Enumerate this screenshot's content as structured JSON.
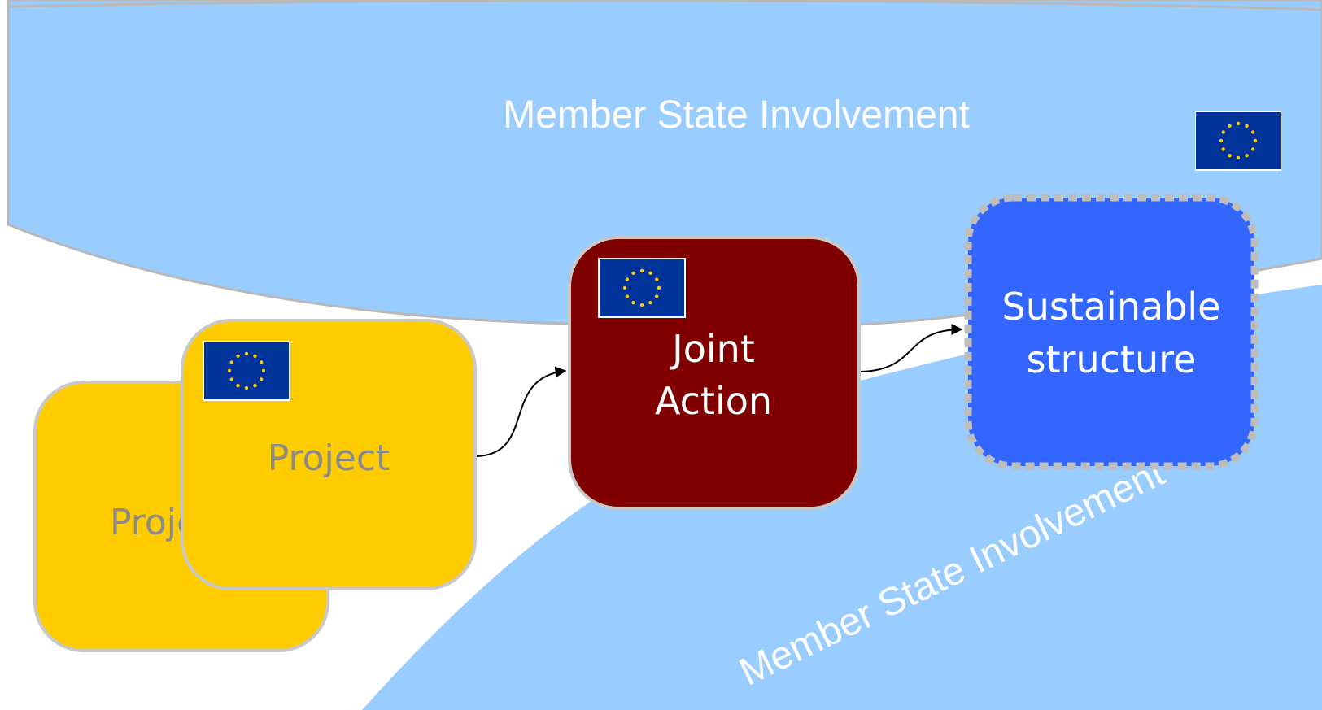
{
  "diagram": {
    "top_band_label": "Member State Involvement",
    "bottom_band_label": "Member State Involvement",
    "nodes": {
      "project_back": {
        "label": "Project"
      },
      "project_front": {
        "label": "Project"
      },
      "joint_action": {
        "line1": "Joint",
        "line2": "Action"
      },
      "sustainable": {
        "line1": "Sustainable",
        "line2": "structure"
      }
    },
    "icons": {
      "flag": "eu-flag-icon"
    }
  },
  "colors": {
    "band": "#99ccff",
    "project": "#ffcc00",
    "joint_action": "#800000",
    "sustainable": "#3366ff",
    "flag_blue": "#003399",
    "flag_star": "#ffcc00"
  }
}
